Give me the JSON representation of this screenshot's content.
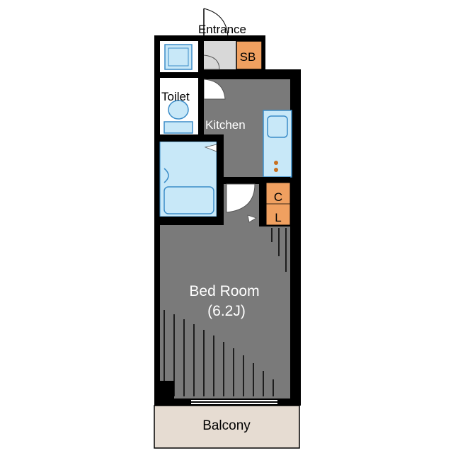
{
  "labels": {
    "entrance": "Entrance",
    "shoe_box": "SB",
    "toilet": "Toilet",
    "kitchen": "Kitchen",
    "closet_top": "C",
    "closet_bottom": "L",
    "bedroom": "Bed Room",
    "bedroom_size": "(6.2J)",
    "balcony": "Balcony"
  },
  "colors": {
    "wall": "#000000",
    "floor": "#7a7a7a",
    "entrance_floor": "#d8d8d8",
    "fixture_blue": "#c8e8f8",
    "fixture_stroke": "#3a8cc8",
    "storage": "#f0a060",
    "balcony": "#e6dcd2",
    "stove": "#c87020"
  }
}
